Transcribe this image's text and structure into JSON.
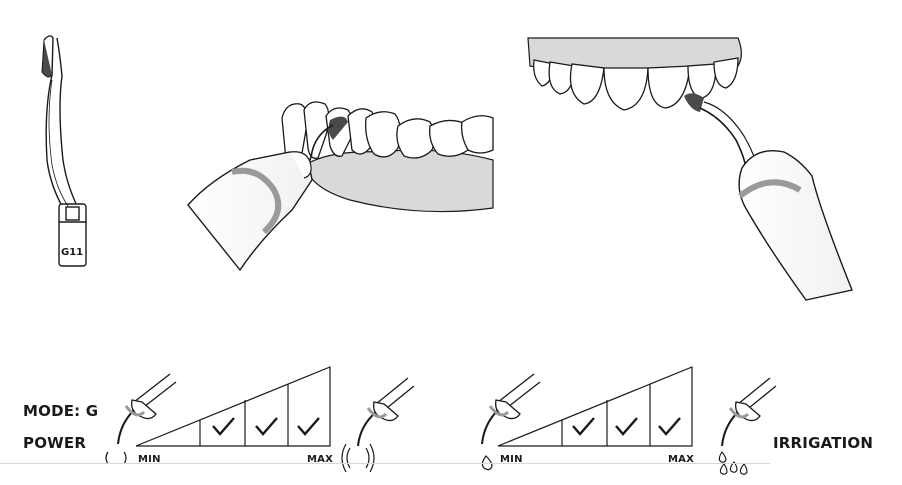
{
  "labels": {
    "mode": "MODE: G",
    "power": "POWER",
    "irrigation": "IRRIGATION",
    "min": "MIN",
    "max": "MAX",
    "tip_code": "G11"
  },
  "settings": {
    "power": {
      "checked_steps": 3,
      "total_steps": 3
    },
    "irrigation": {
      "checked_steps": 3,
      "total_steps": 3
    }
  },
  "colors": {
    "line": "#1a1a1a",
    "gum": "#d9d9d9",
    "tip_dark": "#4a4a4a",
    "handpiece_band": "#9a9a9a"
  },
  "icons": [
    "check-icon",
    "vibration-low-icon",
    "vibration-high-icon",
    "drop-low-icon",
    "drop-high-icon"
  ]
}
